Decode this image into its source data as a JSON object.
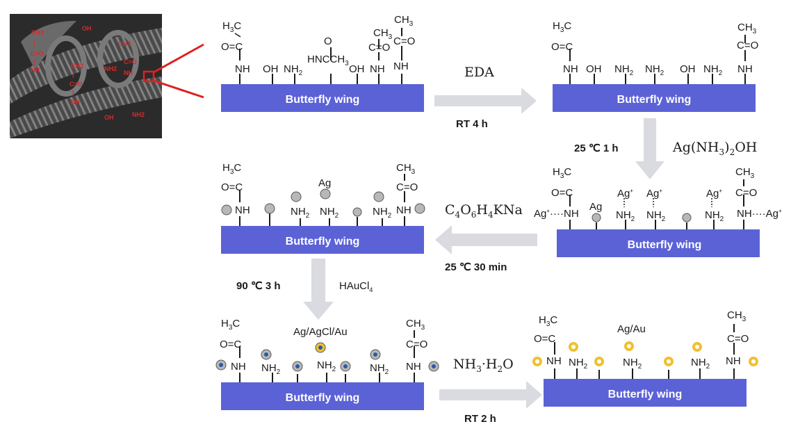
{
  "wing_label": "Butterfly wing",
  "steps": {
    "step1": {
      "reagent": "EDA",
      "condition": "RT 4 h"
    },
    "step2": {
      "reagent": "Ag(NH3)2OH",
      "condition": "25 ℃ 1 h"
    },
    "step3": {
      "reagent": "C4O6H4KNa",
      "condition": "25 ℃ 30 min"
    },
    "step4": {
      "reagent": "HAuCl4",
      "condition": "90 ℃ 3 h"
    },
    "step5": {
      "reagent": "NH3·H2O",
      "condition": "RT 2 h"
    }
  },
  "particle_labels": {
    "panel3": "Ag",
    "panel4": "Ag/AgCl/Au",
    "panel5": "Ag/Au"
  },
  "colors": {
    "wing_fill": "#5b62d6",
    "arrow_fill": "#d9dbe0",
    "ag_particle": "#b8b8b8",
    "au_particle": "#f0c030",
    "sem_overlay_red": "#d62b2b"
  },
  "sem_inset": {
    "description_icon": "sem-micrograph",
    "groups": [
      "CH3",
      "C=O",
      "NH",
      "OH",
      "NH2"
    ]
  }
}
